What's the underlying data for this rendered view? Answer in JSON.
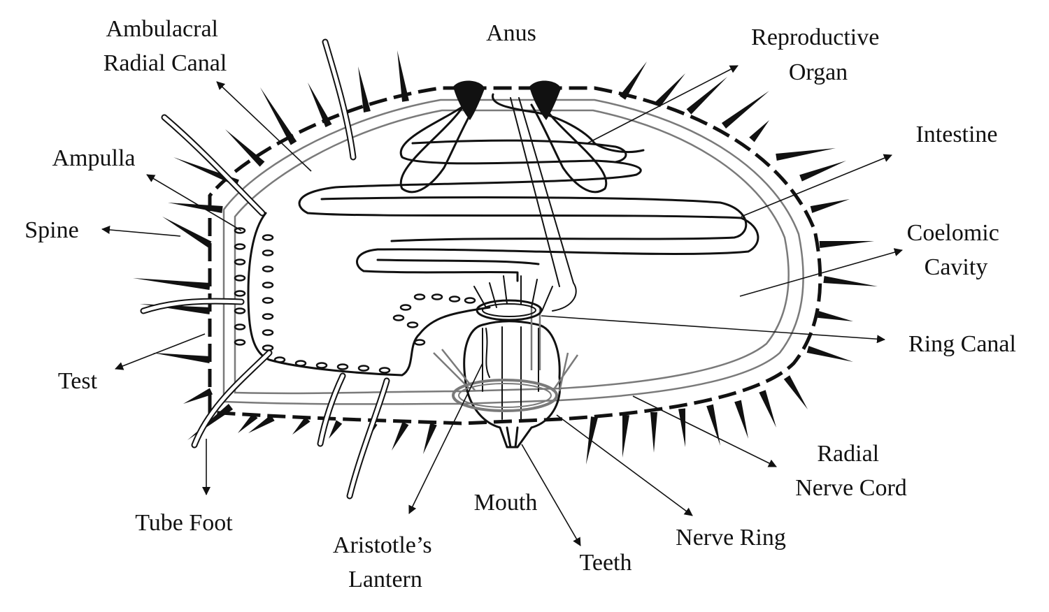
{
  "labels": {
    "ambulacral": [
      "Ambulacral",
      "Radial Canal"
    ],
    "anus": "Anus",
    "reproductive": [
      "Reproductive",
      "Organ"
    ],
    "intestine": "Intestine",
    "ampulla": "Ampulla",
    "spine": "Spine",
    "coelomic": [
      "Coelomic",
      "Cavity"
    ],
    "ring_canal": "Ring Canal",
    "test": "Test",
    "radial_nerve": [
      "Radial",
      "Nerve Cord"
    ],
    "tube_foot": "Tube Foot",
    "mouth": "Mouth",
    "aristotle": [
      "Aristotle’s",
      "Lantern"
    ],
    "teeth": "Teeth",
    "nerve_ring": "Nerve Ring"
  }
}
